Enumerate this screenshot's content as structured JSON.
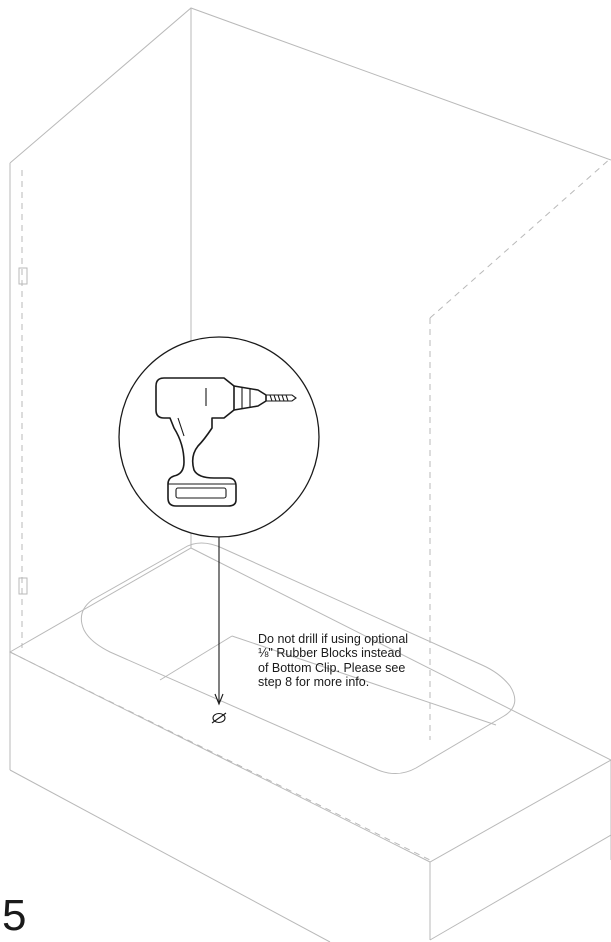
{
  "note": {
    "lines": [
      "Do not drill if using optional",
      "⅛\" Rubber Blocks instead",
      "of Bottom Clip. Please see",
      "step 8 for more info."
    ]
  },
  "step_number": "5",
  "icons": {
    "drill": "drill-icon",
    "drill_mark": "drill-mark-icon"
  },
  "colors": {
    "line_light": "#b9b9b9",
    "line_dark": "#1a1a1a",
    "background": "#ffffff"
  }
}
